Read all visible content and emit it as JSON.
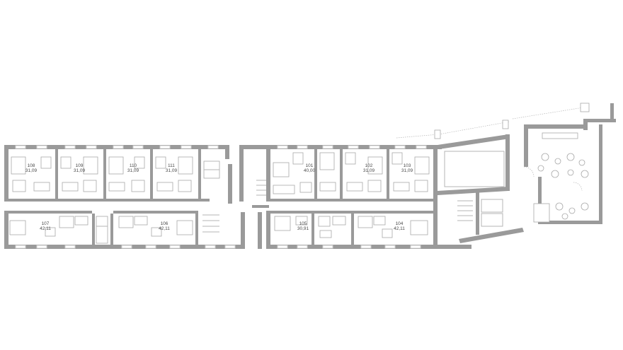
{
  "plan": {
    "rooms": [
      {
        "number": "108",
        "area": "31,09"
      },
      {
        "number": "109",
        "area": "31,09"
      },
      {
        "number": "110",
        "area": "31,09"
      },
      {
        "number": "111",
        "area": "31,09"
      },
      {
        "number": "101",
        "area": "40,00"
      },
      {
        "number": "102",
        "area": "31,09"
      },
      {
        "number": "103",
        "area": "31,09"
      },
      {
        "number": "107",
        "area": "42,11"
      },
      {
        "number": "106",
        "area": "42,11"
      },
      {
        "number": "105",
        "area": "30,91"
      },
      {
        "number": "104",
        "area": "42,11"
      }
    ]
  },
  "colors": {
    "wall": "#9a9a9a",
    "line": "#b5b5b5",
    "text": "#4a4a4a"
  }
}
